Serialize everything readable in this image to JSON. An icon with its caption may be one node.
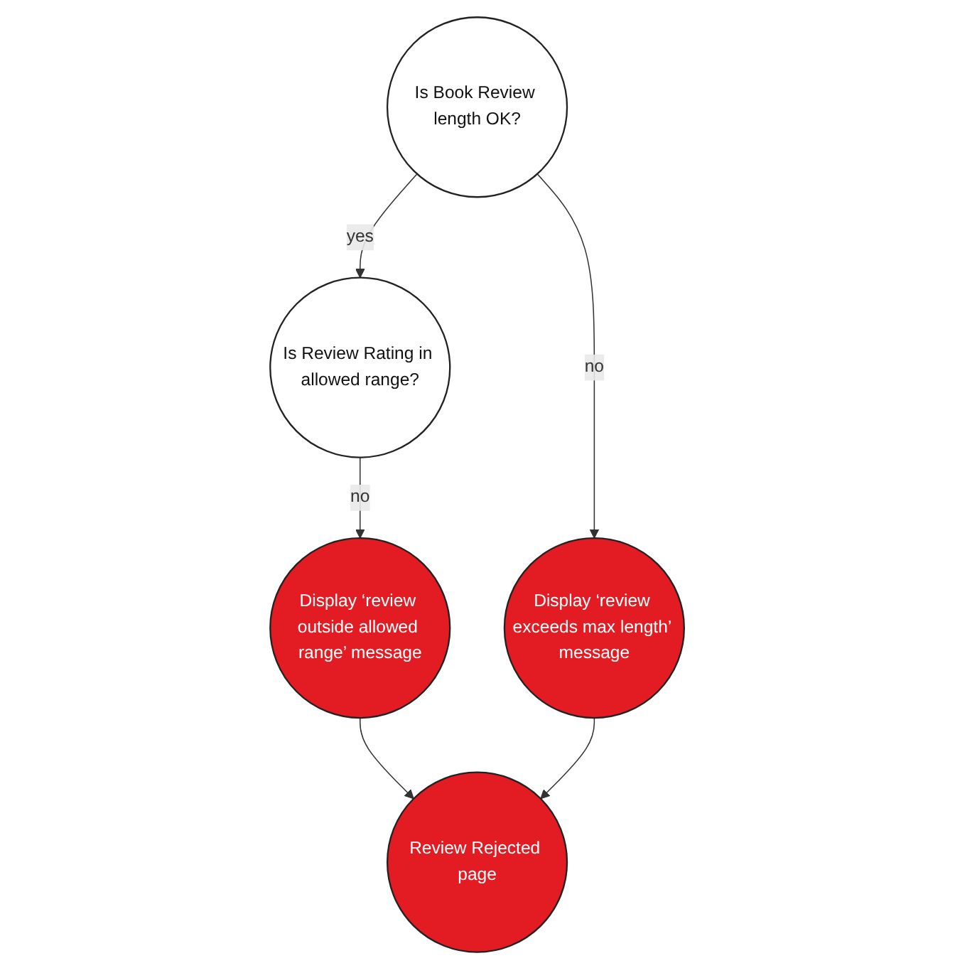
{
  "diagram": {
    "nodes": [
      {
        "text": [
          "Is Review Rating in allowed range?"
        ]
      },
      {
        "text": [
          "Is Book Review length OK?"
        ]
      },
      {
        "text": [
          "Display ‘review outside allowed range’ message"
        ]
      },
      {
        "text": [
          "Display ‘review exceeds max length’ message"
        ]
      },
      {
        "text": [
          "Review Rejected page"
        ]
      }
    ],
    "edges": [
      {
        "from": 1,
        "to": 0,
        "arrow": "to",
        "label": "yes"
      },
      {
        "from": 0,
        "to": 2,
        "arrow": "to",
        "label": "no"
      },
      {
        "from": 1,
        "to": 3,
        "arrow": "to",
        "label": "no"
      },
      {
        "from": 2,
        "to": 4,
        "arrow": "to"
      },
      {
        "from": 3,
        "to": 4,
        "arrow": "to"
      }
    ]
  }
}
